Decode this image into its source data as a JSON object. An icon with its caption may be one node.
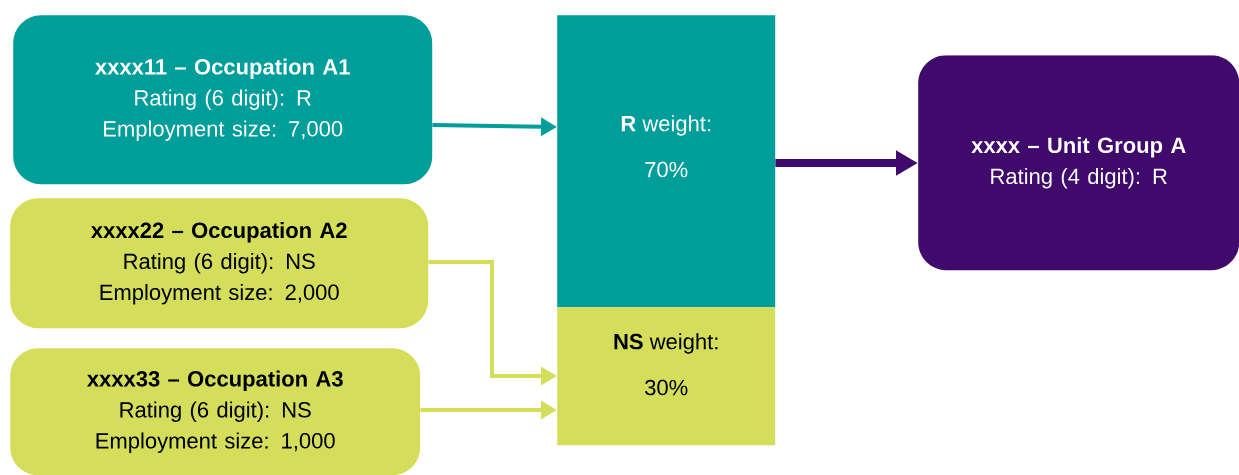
{
  "diagram": {
    "nodes": [
      {
        "text": [
          "xxxx11 – Occupation A1",
          "Rating (6 digit): R",
          "Employment size: 7,000"
        ]
      },
      {
        "text": [
          "xxxx22 – Occupation A2",
          "Rating (6 digit): NS",
          "Employment size: 2,000"
        ]
      },
      {
        "text": [
          "xxxx33 – Occupation A3",
          "Rating (6 digit): NS",
          "Employment size: 1,000"
        ]
      },
      {
        "text": [
          "**R** weight:",
          "70%"
        ]
      },
      {
        "text": [
          "**NS** weight:",
          "30%"
        ]
      },
      {
        "text": [
          "xxxx – Unit Group A",
          "Rating (4 digit): R"
        ]
      }
    ],
    "edges": [
      {
        "from": 0,
        "to": 3,
        "arrow": "to",
        "color": "#009e9a"
      },
      {
        "from": 1,
        "to": 4,
        "arrow": "to",
        "color": "#d4de5b"
      },
      {
        "from": 2,
        "to": 4,
        "arrow": "to",
        "color": "#d4de5b"
      },
      {
        "from": 3,
        "to": 5,
        "arrow": "to",
        "style": "thick",
        "color": "#3f0a6b"
      }
    ]
  }
}
